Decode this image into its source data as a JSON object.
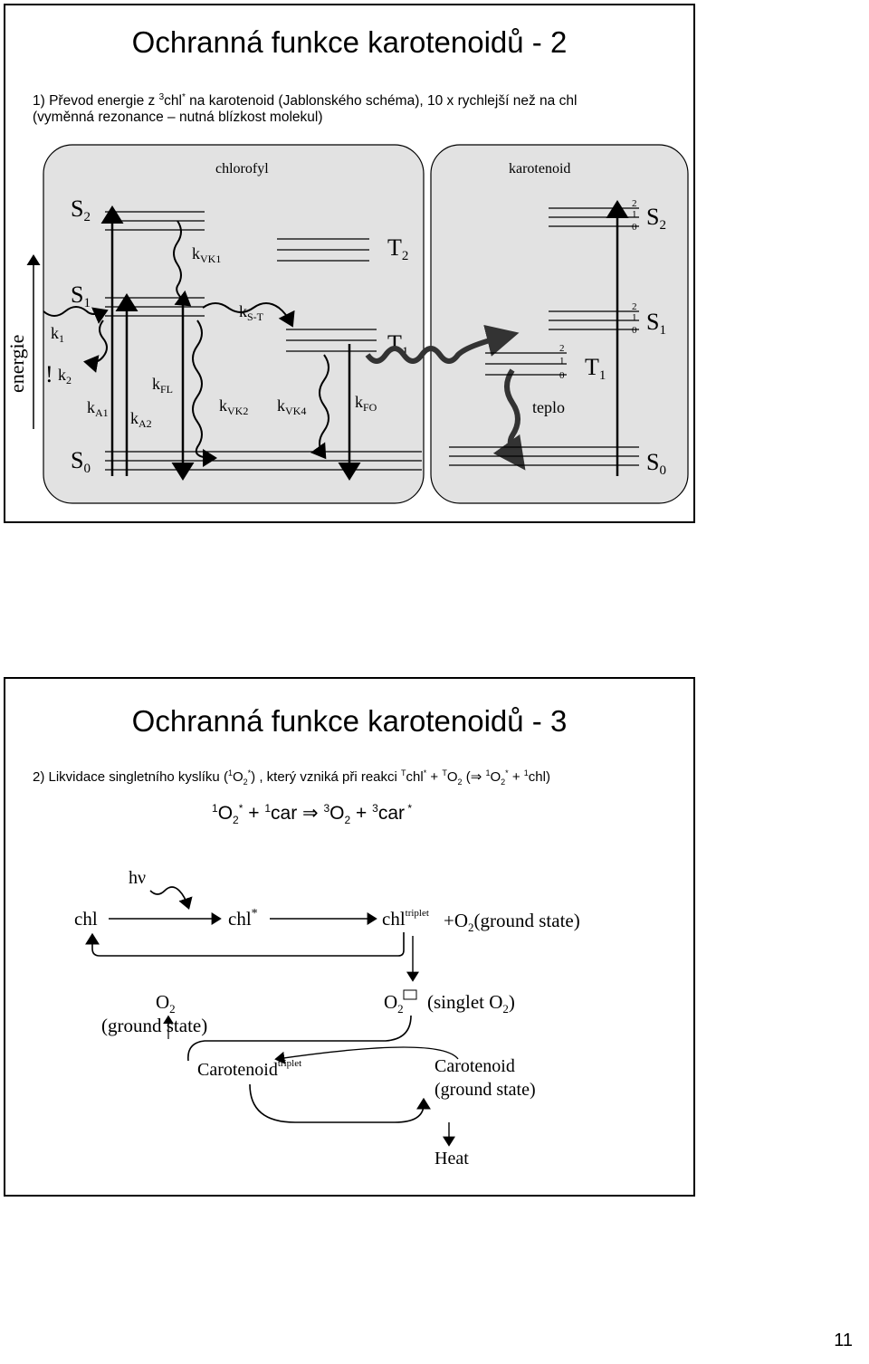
{
  "slide1": {
    "title": "Ochranná funkce karotenoidů - 2",
    "line1_a": "1) Převod energie z ",
    "line1_sup": "3",
    "line1_b": "chl",
    "line1_sup2": "*",
    "line1_c": " na karotenoid (Jablonského schéma), 10 x rychlejší než na chl",
    "line2": "(vyměnná rezonance – nutná blízkost molekul)",
    "diagram": {
      "panel_left": "chlorofyl",
      "panel_right": "karotenoid",
      "axis_label": "energie",
      "excl": "!",
      "S2": "S",
      "S2_sub": "2",
      "S1": "S",
      "S1_sub": "1",
      "S0": "S",
      "S0_sub": "0",
      "T2": "T",
      "T2_sub": "2",
      "T1": "T",
      "T1_sub": "1",
      "cS2": "S",
      "cS2_sub": "2",
      "cS1": "S",
      "cS1_sub": "1",
      "cS0": "S",
      "cS0_sub": "0",
      "cT1": "T",
      "cT1_sub": "1",
      "k1": "k",
      "k1_sub": "1",
      "k2": "k",
      "k2_sub": "2",
      "kA1": "k",
      "kA1_sub": "A1",
      "kA2": "k",
      "kA2_sub": "A2",
      "kFL": "k",
      "kFL_sub": "FL",
      "kVK1": "k",
      "kVK1_sub": "VK1",
      "kVK2": "k",
      "kVK2_sub": "VK2",
      "kVK4": "k",
      "kVK4_sub": "VK4",
      "kST": "k",
      "kST_sub": "S-T",
      "kFO": "k",
      "kFO_sub": "FO",
      "teplo": "teplo",
      "vib_2": "2",
      "vib_1": "1",
      "vib_0": "0"
    }
  },
  "slide2": {
    "title": "Ochranná funkce karotenoidů - 3",
    "line1_a": "2) Likvidace singletního kyslíku (",
    "line1_b": "1",
    "line1_c": "O",
    "line1_d": "2",
    "line1_e": "*",
    "line1_f": ") , který vzniká při reakci ",
    "line1_g": "T",
    "line1_h": "chl",
    "line1_i": "*",
    "line1_j": " + ",
    "line1_k": "T",
    "line1_l": "O",
    "line1_m": "2",
    "line1_n": " (⇒ ",
    "line1_o": "1",
    "line1_p": "O",
    "line1_q": "2",
    "line1_r": "*",
    "line1_s": " + ",
    "line1_t": "1",
    "line1_u": "chl)",
    "eq": {
      "p1": "1",
      "o": "O",
      "two": "2",
      "star": "*",
      "plus": " + ",
      "p2": "1",
      "car": "car",
      "arrow": " ⇒ ",
      "p3": "3",
      "o2": "O",
      "two2": "2",
      "plus2": " + ",
      "p4": "3",
      "car2": "car",
      "star2": " *"
    },
    "scheme": {
      "hv": "hν",
      "chl": "chl",
      "chl_star": "chl",
      "star": "*",
      "chl_t": "chl",
      "triplet": "triplet",
      "plus_o2": "+O",
      "o2_sub": "2",
      "ground": "(ground state)",
      "o2_left": "O",
      "o2_left_sub": "2",
      "ground_left": "(ground state)",
      "o2_sing": "O",
      "o2_sing_sub": "2",
      "singlet": "(singlet O",
      "singlet_sub": "2",
      "singlet_close": ")",
      "car_t": "Carotenoid",
      "car_t_sup": "triplet",
      "car_g": "Carotenoid",
      "car_g2": "(ground state)",
      "heat": "Heat"
    }
  },
  "page_number": "11"
}
